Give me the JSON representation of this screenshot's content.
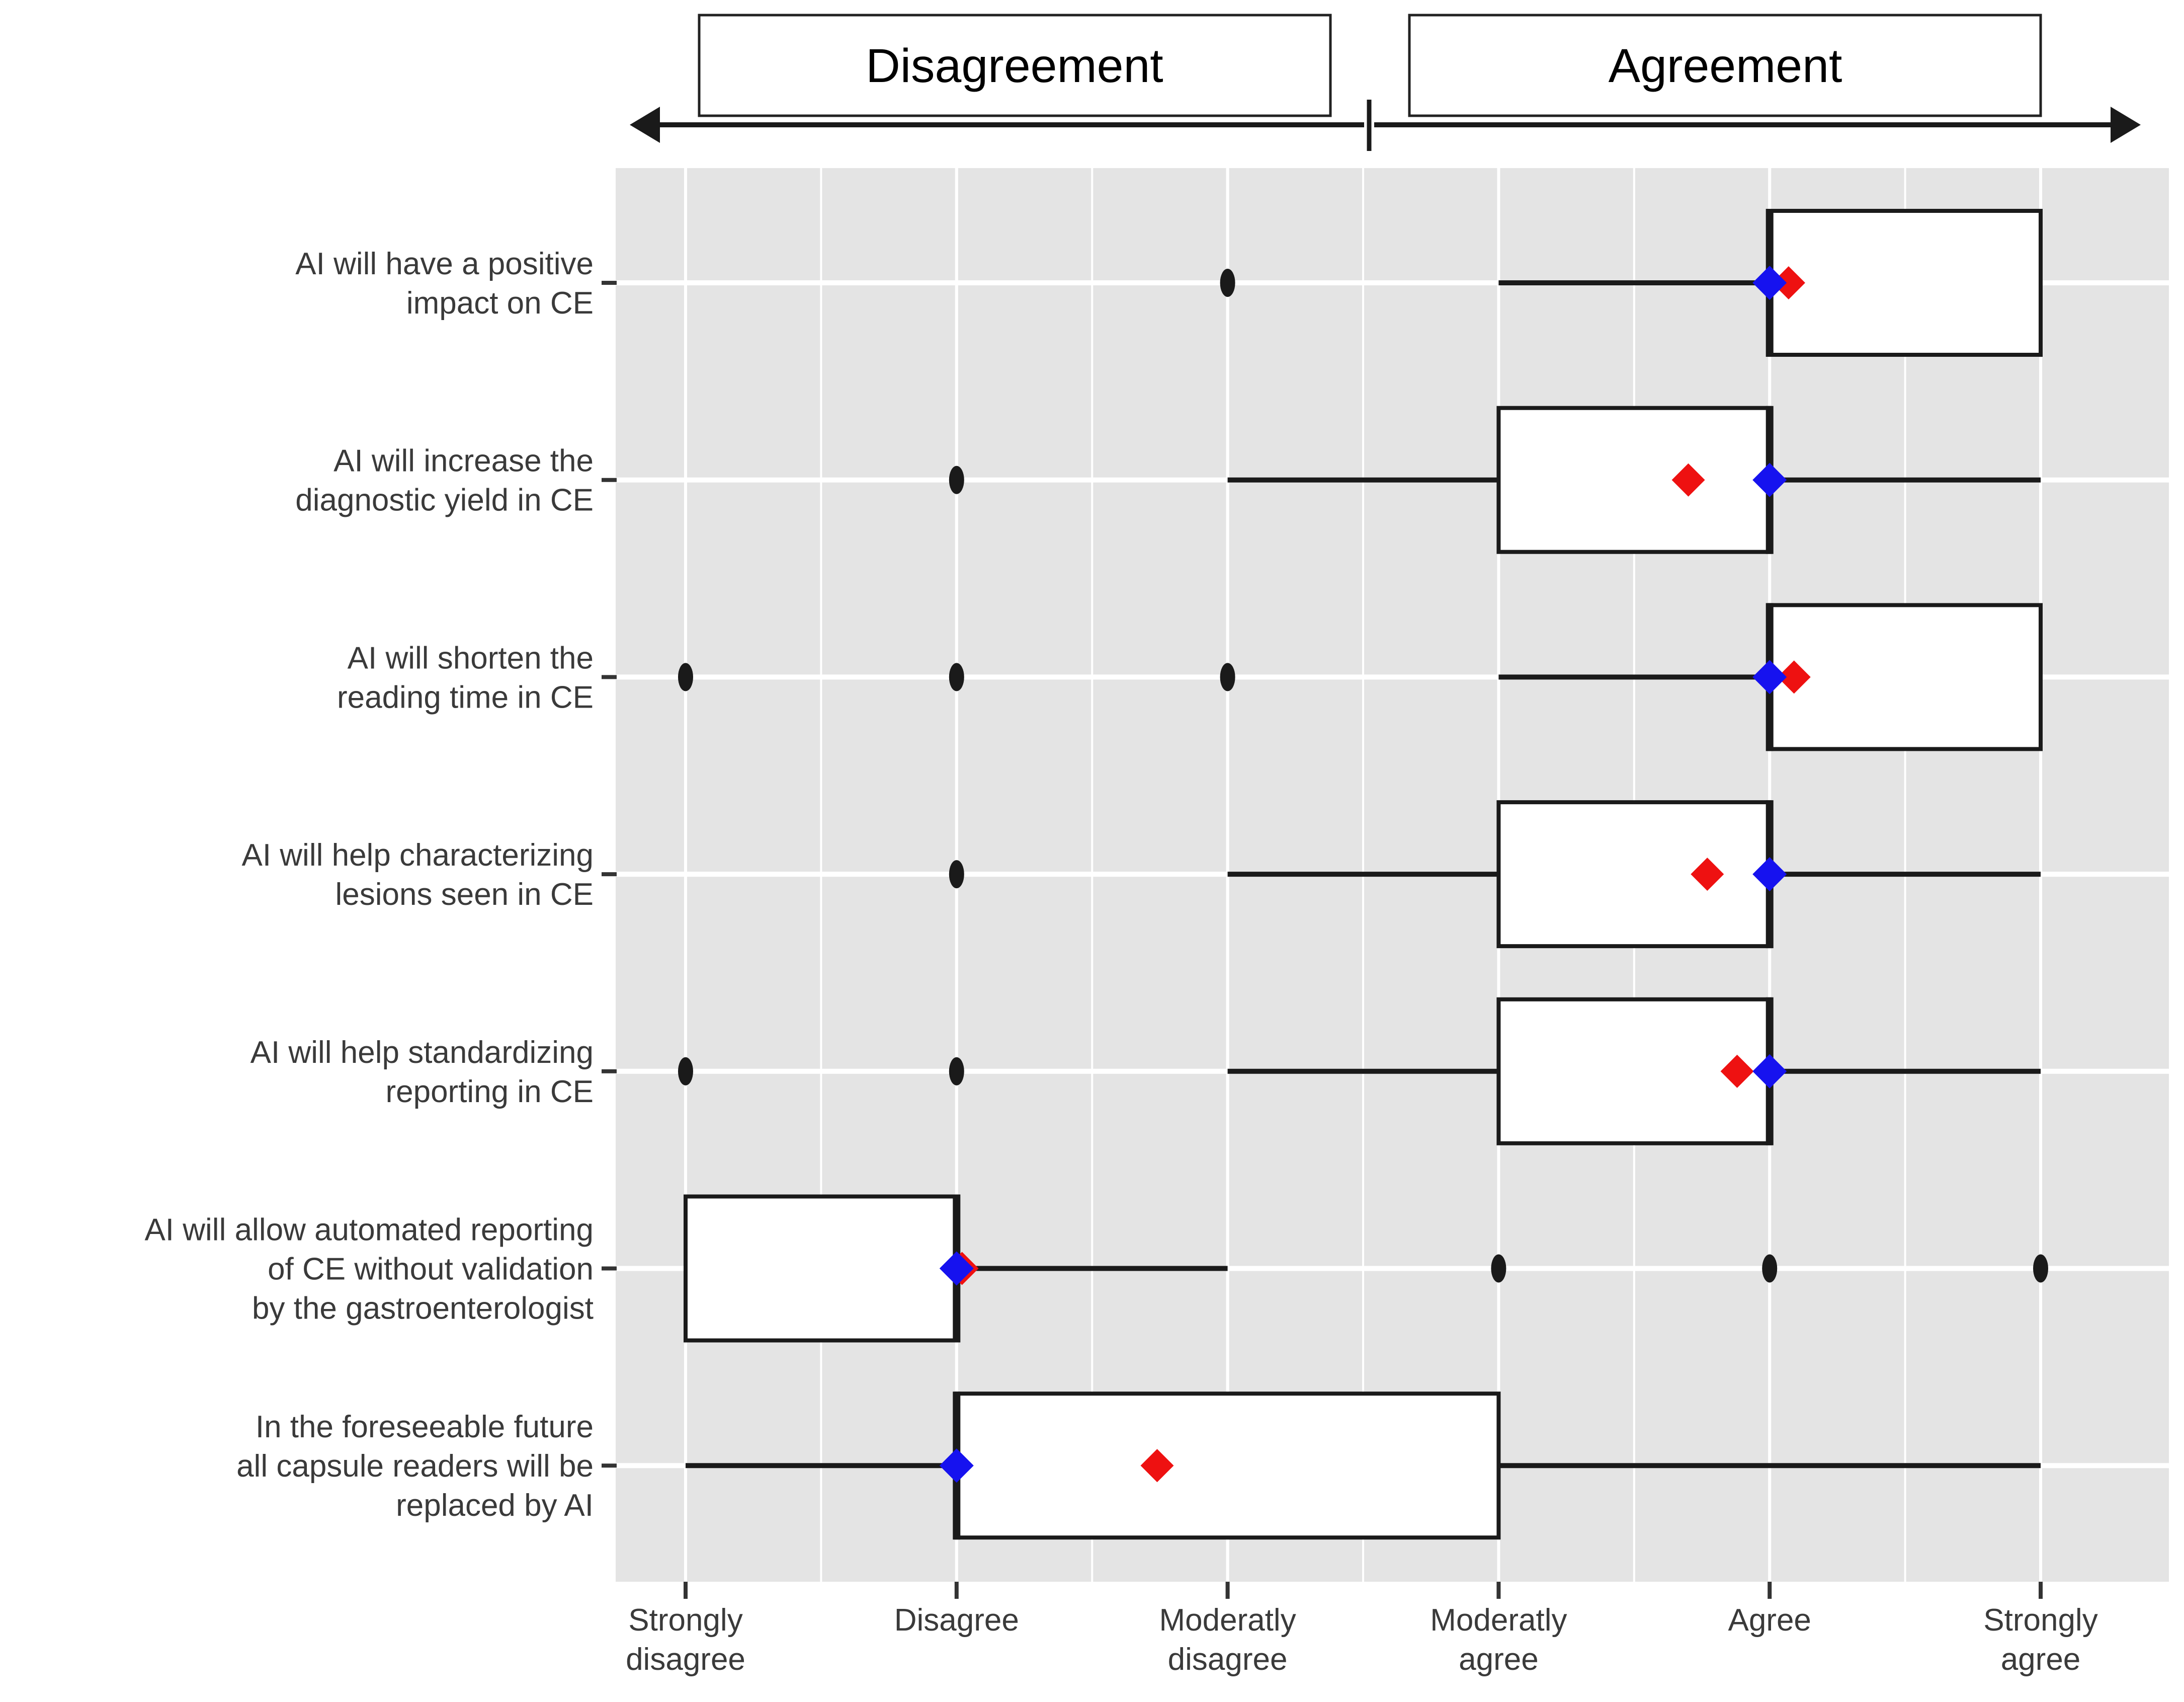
{
  "header": {
    "disagreement_label": "Disagreement",
    "agreement_label": "Agreement"
  },
  "chart_data": {
    "type": "boxplot",
    "orientation": "horizontal",
    "title": "",
    "value_scale": {
      "min": 1,
      "max": 6,
      "categories": [
        "Strongly disagree",
        "Disagree",
        "Moderatly disagree",
        "Moderatly agree",
        "Agree",
        "Strongly agree"
      ]
    },
    "x_tick_labels": [
      [
        "Strongly",
        "disagree"
      ],
      [
        "Disagree"
      ],
      [
        "Moderatly",
        "disagree"
      ],
      [
        "Moderatly",
        "agree"
      ],
      [
        "Agree"
      ],
      [
        "Strongly",
        "agree"
      ]
    ],
    "grid": true,
    "legend_position": "none",
    "colors": {
      "plot_background": "#E4E4E4",
      "grid": "#FFFFFF",
      "box_fill": "#FFFFFF",
      "line": "#1A1A1A",
      "red_marker": "#EE1111",
      "blue_marker": "#1612EF",
      "outlier": "#1A1A1A",
      "label_text": "#3A3A3A"
    },
    "rows": [
      {
        "label_lines": [
          "AI will have a positive",
          "impact on CE"
        ],
        "whisker_low": 4,
        "q1": 5,
        "median": 5,
        "q3": 6,
        "whisker_high": 6,
        "outliers": [
          3
        ],
        "blue_marker": 5.0,
        "red_marker": 5.07
      },
      {
        "label_lines": [
          "AI will increase the",
          "diagnostic yield in CE"
        ],
        "whisker_low": 3,
        "q1": 4,
        "median": 5,
        "q3": 5,
        "whisker_high": 6,
        "outliers": [
          2
        ],
        "blue_marker": 5.0,
        "red_marker": 4.7
      },
      {
        "label_lines": [
          "AI will shorten the",
          "reading time in CE"
        ],
        "whisker_low": 4,
        "q1": 5,
        "median": 5,
        "q3": 6,
        "whisker_high": 6,
        "outliers": [
          1,
          2,
          3
        ],
        "blue_marker": 5.0,
        "red_marker": 5.09
      },
      {
        "label_lines": [
          "AI will help characterizing",
          "lesions seen in CE"
        ],
        "whisker_low": 3,
        "q1": 4,
        "median": 5,
        "q3": 5,
        "whisker_high": 6,
        "outliers": [
          2
        ],
        "blue_marker": 5.0,
        "red_marker": 4.77
      },
      {
        "label_lines": [
          "AI will help standardizing",
          "reporting in CE"
        ],
        "whisker_low": 3,
        "q1": 4,
        "median": 5,
        "q3": 5,
        "whisker_high": 6,
        "outliers": [
          1,
          2
        ],
        "blue_marker": 5.0,
        "red_marker": 4.88
      },
      {
        "label_lines": [
          "AI will allow automated reporting",
          "of CE without validation",
          "by the gastroenterologist"
        ],
        "whisker_low": 1,
        "q1": 1,
        "median": 2,
        "q3": 2,
        "whisker_high": 3,
        "outliers": [
          4,
          5,
          6
        ],
        "blue_marker": 2.0,
        "red_marker": 2.02
      },
      {
        "label_lines": [
          "In the foreseeable future",
          "all capsule readers will be",
          "replaced by AI"
        ],
        "whisker_low": 1,
        "q1": 2,
        "median": 2,
        "q3": 4,
        "whisker_high": 6,
        "outliers": [],
        "blue_marker": 2.0,
        "red_marker": 2.74
      }
    ]
  }
}
